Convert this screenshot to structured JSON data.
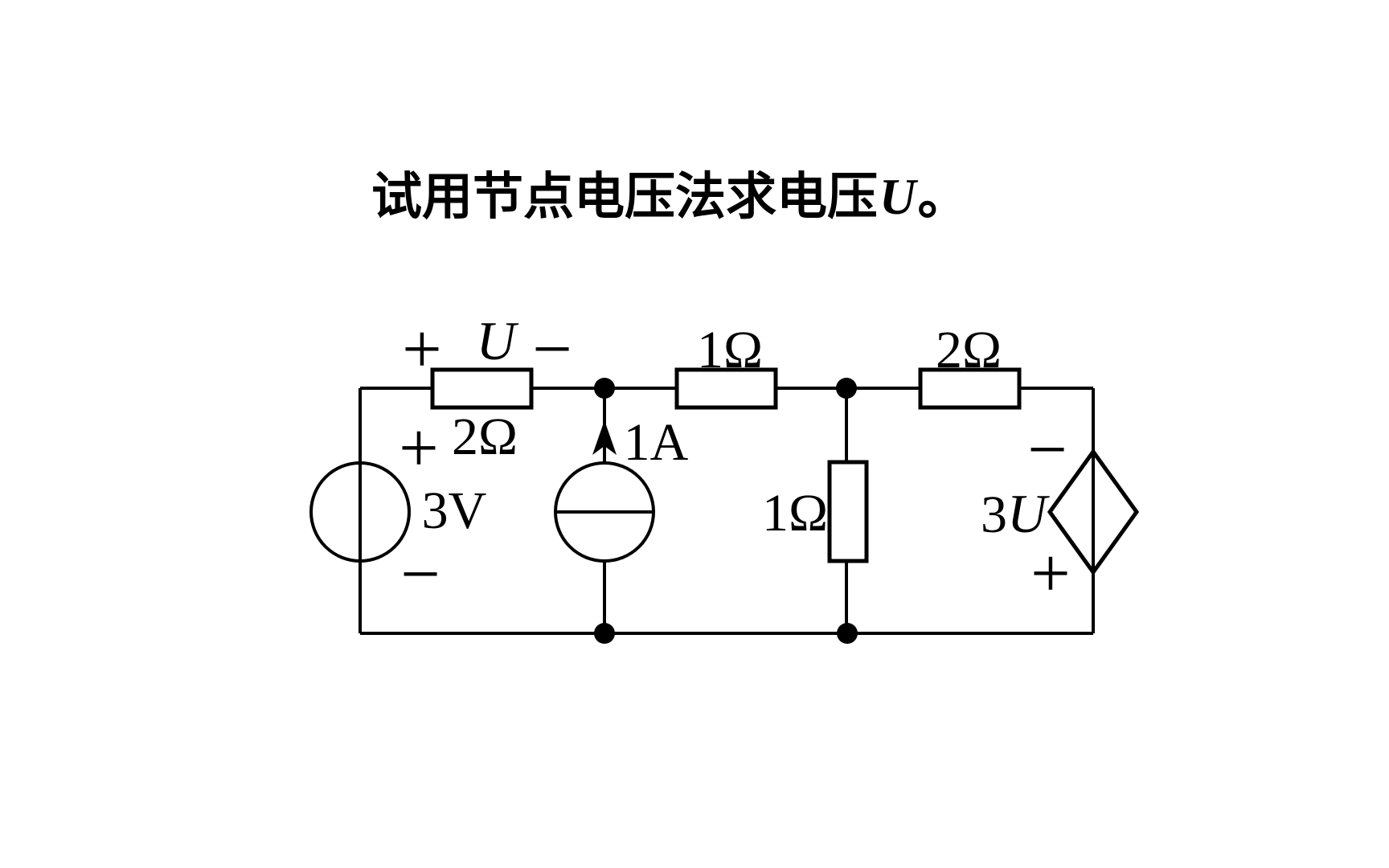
{
  "page": {
    "background": "#ffffff",
    "ink": "#000000"
  },
  "title": {
    "prefix": "试用节点电压法求电压",
    "variable": "U",
    "suffix": "。"
  },
  "circuit": {
    "resistor_top_left": {
      "value": "2Ω",
      "voltage_label": "U",
      "voltage_plus": "+",
      "voltage_minus": "−"
    },
    "voltage_source": {
      "value": "3V",
      "plus": "+",
      "minus": "−"
    },
    "current_source": {
      "value": "1A",
      "direction": "up"
    },
    "resistor_top_middle": {
      "value": "1Ω"
    },
    "resistor_top_right": {
      "value": "2Ω"
    },
    "resistor_vertical": {
      "value": "1Ω"
    },
    "dependent_source": {
      "coefficient": "3",
      "variable": "U",
      "plus": "+",
      "minus": "−"
    }
  }
}
